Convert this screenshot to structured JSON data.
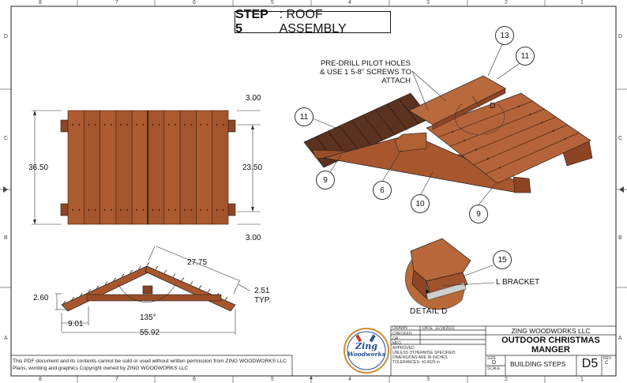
{
  "title": {
    "step": "STEP 5",
    "rest": ": ROOF ASSEMBLY"
  },
  "border": {
    "cols_top": [
      "8",
      "7",
      "6",
      "5",
      "4",
      "3",
      "2",
      "1"
    ],
    "cols_bottom": [
      "8",
      "7",
      "6",
      "5",
      "4",
      "3",
      "2",
      "1"
    ],
    "rows_left": [
      "D",
      "C",
      "B",
      "A"
    ],
    "rows_right": [
      "D",
      "C",
      "B",
      "A"
    ]
  },
  "top_view": {
    "dims": {
      "width": "36.50",
      "height": "23.50",
      "top_overhang": "3.00",
      "bottom_overhang": "3.00"
    }
  },
  "front_view": {
    "dims": {
      "rafter_len": "27.75",
      "thickness": "2.51",
      "thickness_note": "TYP.",
      "eave_height": "2.60",
      "eave_offset": "9.01",
      "overall_width": "55.92",
      "angle": "135°"
    }
  },
  "iso_view": {
    "note": [
      "PRE-DRILL PILOT HOLES",
      "& USE 1 5-8\" SCREWS TO",
      "ATTACH"
    ],
    "callouts": [
      "13",
      "11",
      "11",
      "9",
      "6",
      "10",
      "9"
    ],
    "detail_ref": "D"
  },
  "detail": {
    "label": "DETAIL  D",
    "callout": "15",
    "bracket_label": "L BRACKET"
  },
  "copyright": [
    "This PDF document and its contents cannot be sold or used without written permission from ZING WOODWORKS LLC",
    "Plans, wording and graphics Copyright owned by ZING WOODWORKS LLC"
  ],
  "logo": {
    "line1": "Zing",
    "line2": "Woodworks"
  },
  "title_block": {
    "company": "ZING WOODWORKS LLC",
    "project_line1": "OUTDOOR CHRISTMAS",
    "project_line2": "MANGER",
    "drawing_title": "BUILDING STEPS",
    "sheet": "D5",
    "size": "D",
    "rev": "C",
    "drawn_label": "DRAWN",
    "date_label": "DATE",
    "date_value": "11/18/2022",
    "checked_label": "CHECKED",
    "qa_label": "QA",
    "mfg_label": "MFG",
    "approved_label": "APPROVED",
    "tolerance_note": [
      "UNLESS OTHERWISE SPECIFIED:",
      "DIMENSIONS ARE IN INCHES",
      "TOLERANCES: ±0.0625 in"
    ],
    "size_label": "SIZE",
    "rev_label": "REV",
    "scale_label": "SCALE"
  },
  "colors": {
    "wood": "#a0522d",
    "wood_dark": "#7a3b1c",
    "wood_light": "#c06a3a",
    "line": "#222222"
  }
}
